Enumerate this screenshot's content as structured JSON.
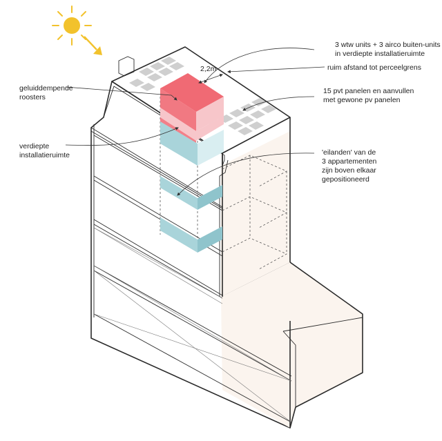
{
  "colors": {
    "building_fill": "#fbf4ee",
    "red_unit": "#f06a74",
    "red_light": "#f7c6ca",
    "blue_unit": "#a9d4da",
    "blue_side": "#8fc4cc",
    "pv_panel": "#cfcfcf",
    "sun": "#f2c22c",
    "line": "#2a2a2a"
  },
  "dimension": {
    "label": "2,2m"
  },
  "labels": {
    "units": [
      "3 wtw units + 3 airco buiten-units",
      "in verdiepte installatieruimte"
    ],
    "distance": [
      "ruim afstand tot perceelgrens"
    ],
    "panels": [
      "15 pvt panelen en aanvullen",
      "met gewone pv panelen"
    ],
    "roosters": [
      "geluiddempende",
      "roosters"
    ],
    "installatieruimte": [
      "verdiepte",
      "installatieruimte"
    ],
    "eilanden": [
      "'eilanden' van de",
      "3 appartementen",
      "zijn boven elkaar",
      "gepositioneerd"
    ]
  },
  "icons": {
    "sun": "sun-icon",
    "arrow": "arrow-icon"
  }
}
